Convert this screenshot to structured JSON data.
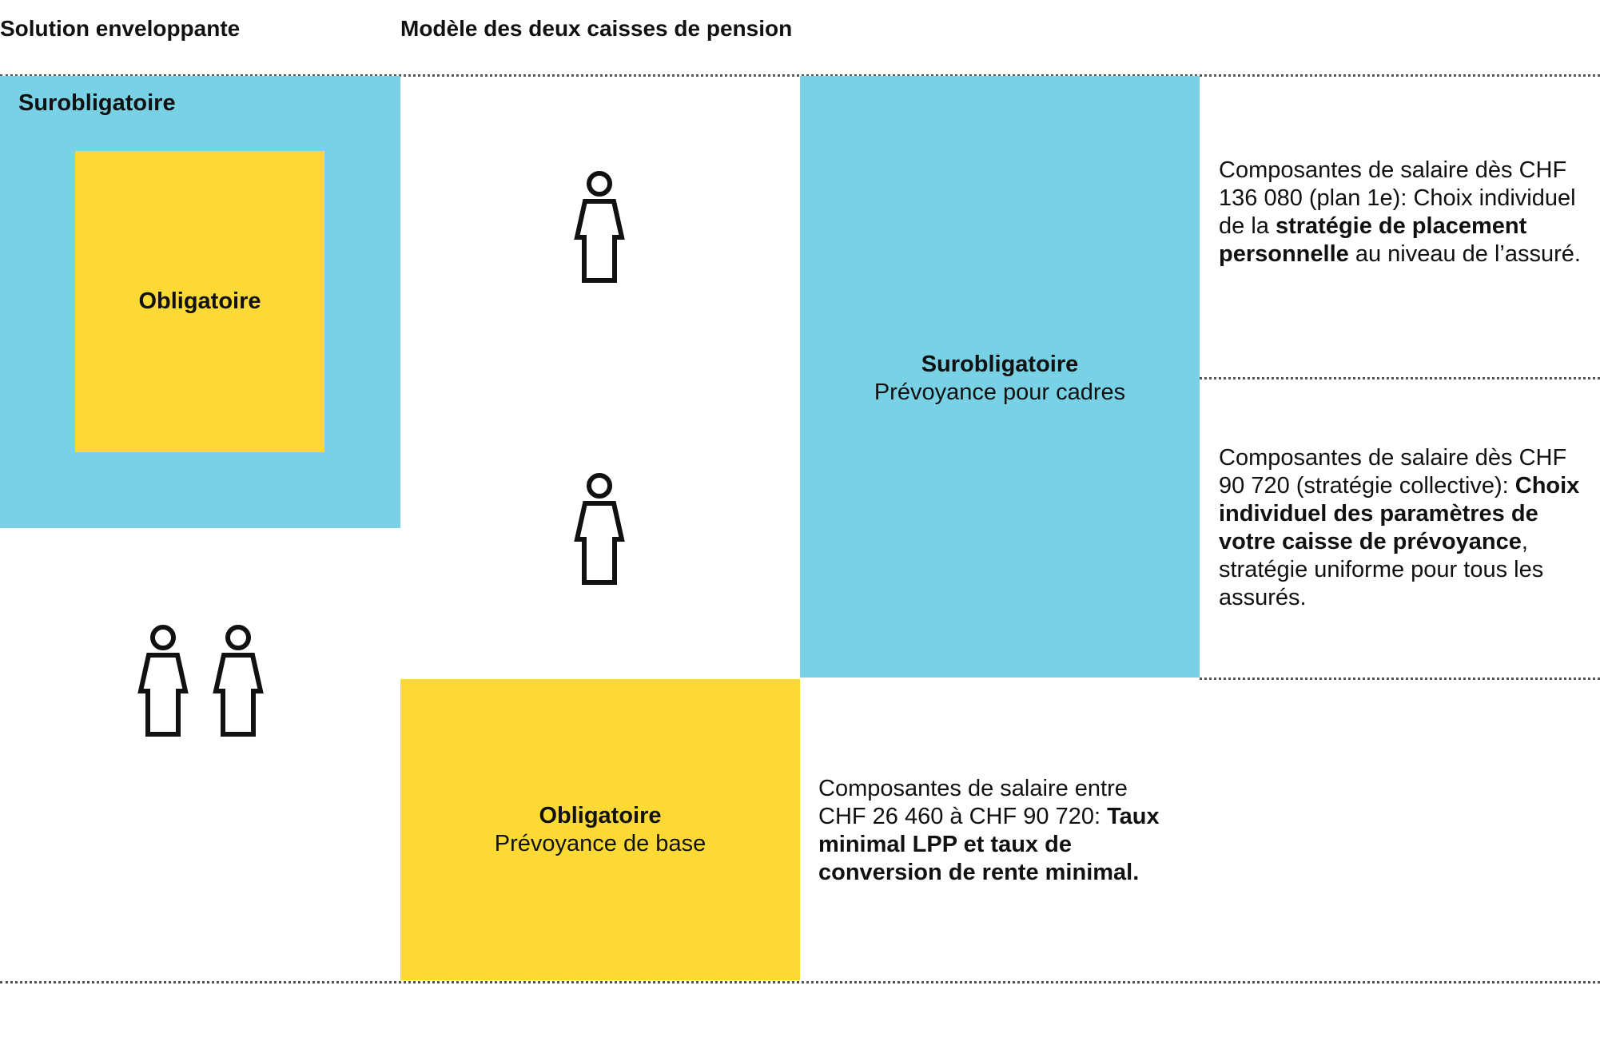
{
  "headings": {
    "left": "Solution enveloppante",
    "right": "Modèle des deux caisses de pension"
  },
  "left_model": {
    "outer_label": "Surobligatoire",
    "inner_label": "Obligatoire"
  },
  "two_funds": {
    "top_title": "Surobligatoire",
    "top_subtitle": "Prévoyance pour cadres",
    "bottom_title": "Obligatoire",
    "bottom_subtitle": "Prévoyance de base"
  },
  "descriptions": {
    "d1": {
      "p1": "Composantes de salaire dès CHF 136 080 (plan 1e): Choix individuel de la ",
      "b1": "stratégie de pla­cement personnelle",
      "p2": " au niveau de l’assuré."
    },
    "d2": {
      "p1": "Composantes de salaire dès CHF 90 720 (stratégie collective): ",
      "b1": "Choix individuel des paramètres de votre caisse de prévoyance",
      "p2": ", stratégie uniforme pour tous les assurés."
    },
    "d3": {
      "p1": "Composantes de salaire entre CHF 26 460 à CHF 90 720: ",
      "b1": "Taux minimal LPP et taux de conversion de rente minimal."
    }
  },
  "icons": [
    "person-icon",
    "person-icon",
    "person-icon",
    "person-icon"
  ],
  "colors": {
    "blue": "#79D1E5",
    "yellow": "#FDD935",
    "text": "#111111"
  }
}
